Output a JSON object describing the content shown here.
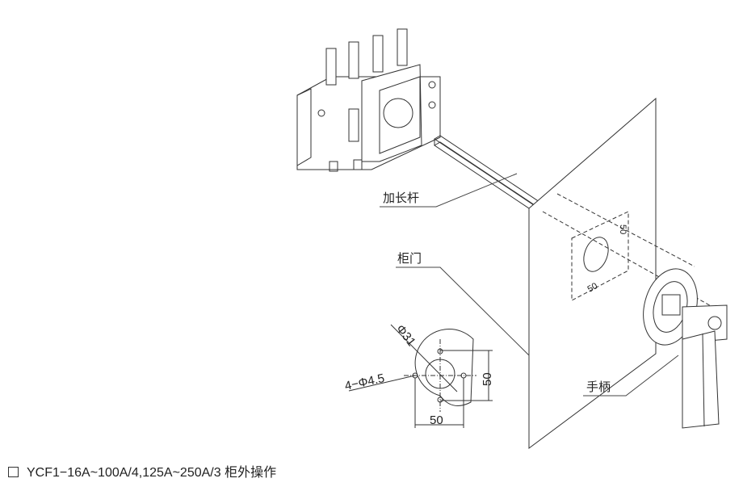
{
  "labels": {
    "extension_rod": "加长杆",
    "cabinet_door": "柜门",
    "handle": "手柄"
  },
  "dimensions": {
    "diameter": "Φ31",
    "holes": "4−Φ4.5",
    "height": "50",
    "width": "50",
    "panel_height": "50",
    "panel_width": "50"
  },
  "caption": {
    "marker": "□",
    "text": "YCF1−16A~100A/4,125A~250A/3  柜外操作"
  }
}
